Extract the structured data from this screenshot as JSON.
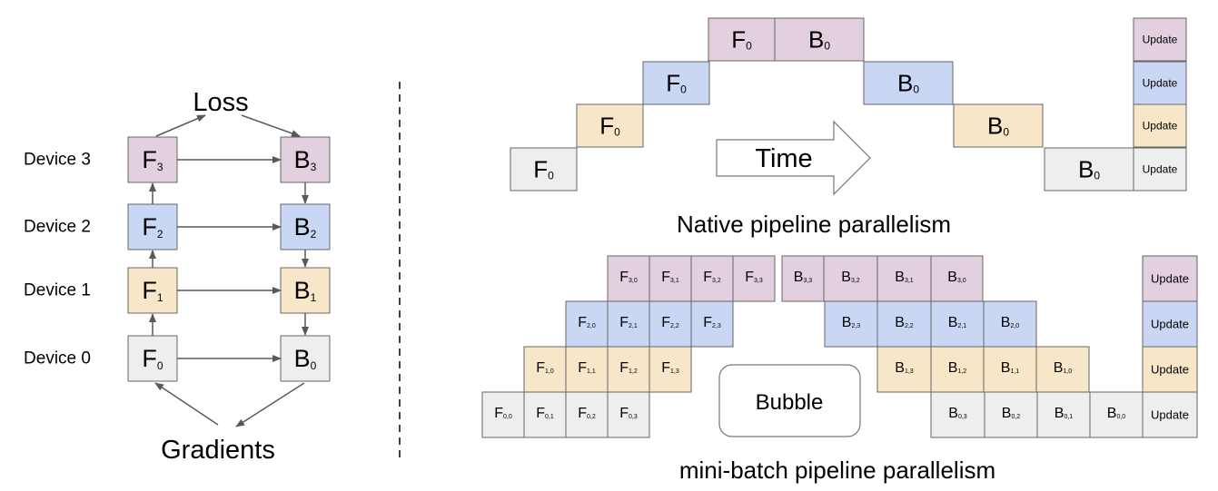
{
  "colors": {
    "device3": "#e2d0df",
    "device2": "#cad7f4",
    "device1": "#f8e6c8",
    "device0": "#eeeeee",
    "border": "#666666",
    "arrow": "#595959",
    "divider": "#444444"
  },
  "left": {
    "loss_label": "Loss",
    "gradients_label": "Gradients",
    "devices": [
      {
        "label": "Device 3",
        "fwd": "F",
        "fwd_sub": "3",
        "bwd": "B",
        "bwd_sub": "3"
      },
      {
        "label": "Device 2",
        "fwd": "F",
        "fwd_sub": "2",
        "bwd": "B",
        "bwd_sub": "2"
      },
      {
        "label": "Device 1",
        "fwd": "F",
        "fwd_sub": "1",
        "bwd": "B",
        "bwd_sub": "1"
      },
      {
        "label": "Device 0",
        "fwd": "F",
        "fwd_sub": "0",
        "bwd": "B",
        "bwd_sub": "0"
      }
    ]
  },
  "native": {
    "title": "Native pipeline parallelism",
    "time_label": "Time",
    "update_label": "Update",
    "rows": [
      {
        "fwd": "F",
        "fwd_sub": "0",
        "bwd": "B",
        "bwd_sub": "0"
      },
      {
        "fwd": "F",
        "fwd_sub": "0",
        "bwd": "B",
        "bwd_sub": "0"
      },
      {
        "fwd": "F",
        "fwd_sub": "0",
        "bwd": "B",
        "bwd_sub": "0"
      },
      {
        "fwd": "F",
        "fwd_sub": "0",
        "bwd": "B",
        "bwd_sub": "0"
      }
    ]
  },
  "mini": {
    "title": "mini-batch pipeline parallelism",
    "bubble_label": "Bubble",
    "update_label": "Update",
    "rows": [
      {
        "fwd": [
          "F|3,0",
          "F|3,1",
          "F|3,2",
          "F|3,3"
        ],
        "bwd": [
          "B|3,3",
          "B|3,2",
          "B|3,1",
          "B|3,0"
        ]
      },
      {
        "fwd": [
          "F|2,0",
          "F|2,1",
          "F|2,2",
          "F|2,3"
        ],
        "bwd": [
          "B|2,3",
          "B|2,2",
          "B|2,1",
          "B|2,0"
        ]
      },
      {
        "fwd": [
          "F|1,0",
          "F|1,1",
          "F|1,2",
          "F|1,3"
        ],
        "bwd": [
          "B|1,3",
          "B|1,2",
          "B|1,1",
          "B|1,0"
        ]
      },
      {
        "fwd": [
          "F|0,0",
          "F|0,1",
          "F|0,2",
          "F|0,3"
        ],
        "bwd": [
          "B|0,3",
          "B|0,2",
          "B|0,1",
          "B|0,0"
        ]
      }
    ]
  }
}
